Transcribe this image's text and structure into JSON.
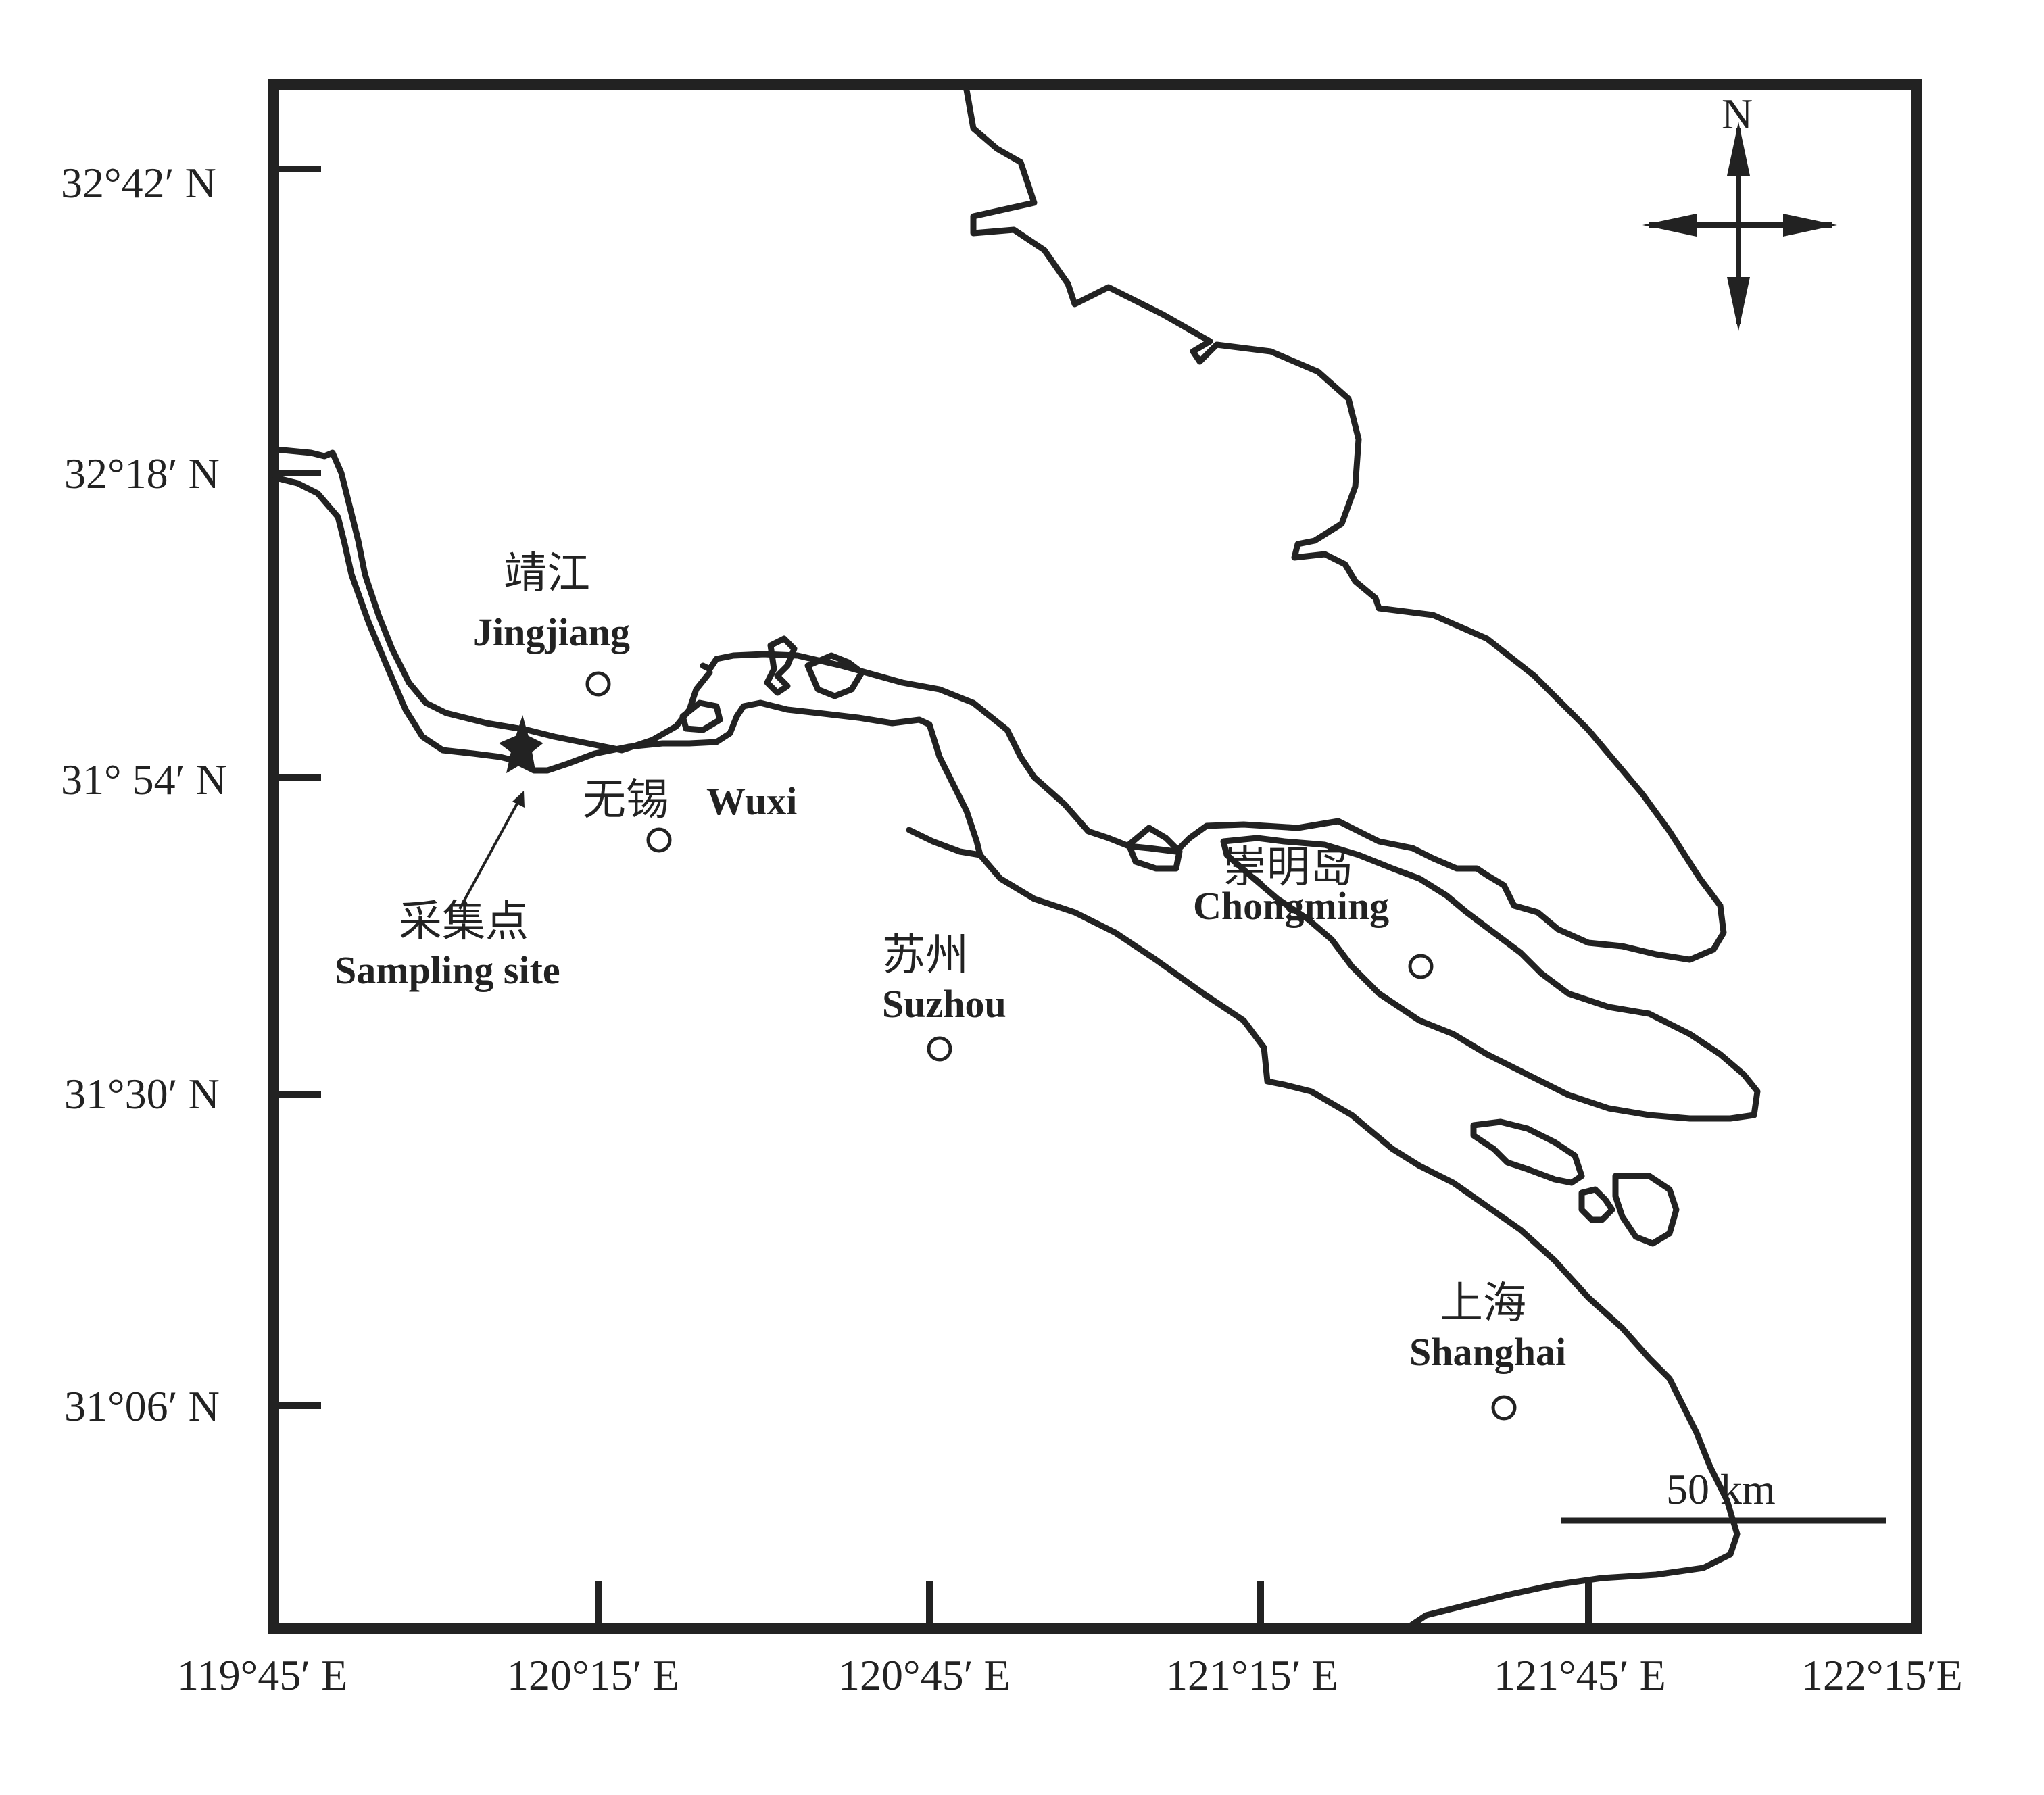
{
  "map": {
    "lat_ticks": [
      "32°42′ N",
      "32°18′ N",
      "31° 54′ N",
      "31°30′ N",
      "31°06′ N"
    ],
    "lon_ticks": [
      "119°45′ E",
      "120°15′ E",
      "120°45′ E",
      "121°15′ E",
      "121°45′ E",
      "122°15′E"
    ],
    "places": [
      {
        "zh": "靖江",
        "en": "Jingjiang"
      },
      {
        "zh": "无锡",
        "en": "Wuxi"
      },
      {
        "zh": "苏州",
        "en": "Suzhou"
      },
      {
        "zh": "崇明岛",
        "en": "Chongming"
      },
      {
        "zh": "上海",
        "en": "Shanghai"
      }
    ],
    "sampling_site": {
      "zh": "采集点",
      "en": "Sampling site"
    },
    "north_label": "N",
    "scale_bar_label": "50 km"
  }
}
